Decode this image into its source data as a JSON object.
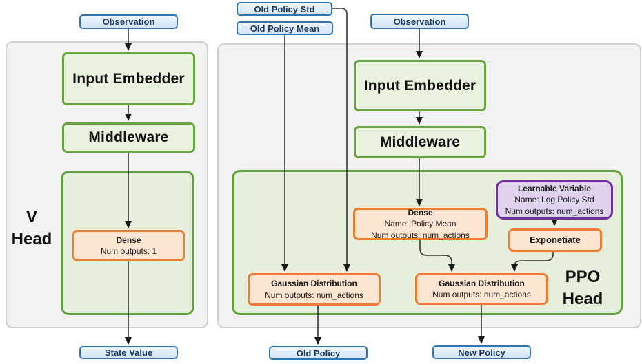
{
  "v_head": {
    "label": "V\nHead",
    "observation": "Observation",
    "input_embedder": "Input Embedder",
    "middleware": "Middleware",
    "dense": {
      "title": "Dense",
      "num_outputs": "Num outputs: 1"
    },
    "output": "State Value"
  },
  "ppo_head": {
    "label": "PPO\nHead",
    "old_policy_std": "Old Policy Std",
    "old_policy_mean": "Old Policy Mean",
    "observation": "Observation",
    "input_embedder": "Input Embedder",
    "middleware": "Middleware",
    "dense": {
      "title": "Dense",
      "name": "Name: Policy Mean",
      "num_outputs": "Num outputs: num_actions"
    },
    "learnable_variable": {
      "title": "Learnable Variable",
      "name": "Name: Log Policy Std",
      "num_outputs": "Num outputs: num_actions"
    },
    "exponetiate": "Exponetiate",
    "gaussian_old": {
      "title": "Gaussian Distribution",
      "num_outputs": "Num outputs: num_actions"
    },
    "gaussian_new": {
      "title": "Gaussian Distribution",
      "num_outputs": "Num outputs: num_actions"
    },
    "output_old": "Old Policy",
    "output_new": "New Policy"
  },
  "colors": {
    "panel_bg": "#f2f2f2",
    "panel_border": "#cfcfcf",
    "green_fill": "#e9f2df",
    "green_border": "#69a53f",
    "inner_green_fill": "#e5efdc",
    "orange_fill": "#fce6d2",
    "orange_border": "#ed7d31",
    "purple_fill": "#ded2ed",
    "purple_border": "#7030a0",
    "blue_fill": "#d9e8f7",
    "blue_border": "#2e75b6",
    "blue_text": "#17365d",
    "arrow": "#2b2b2b"
  }
}
